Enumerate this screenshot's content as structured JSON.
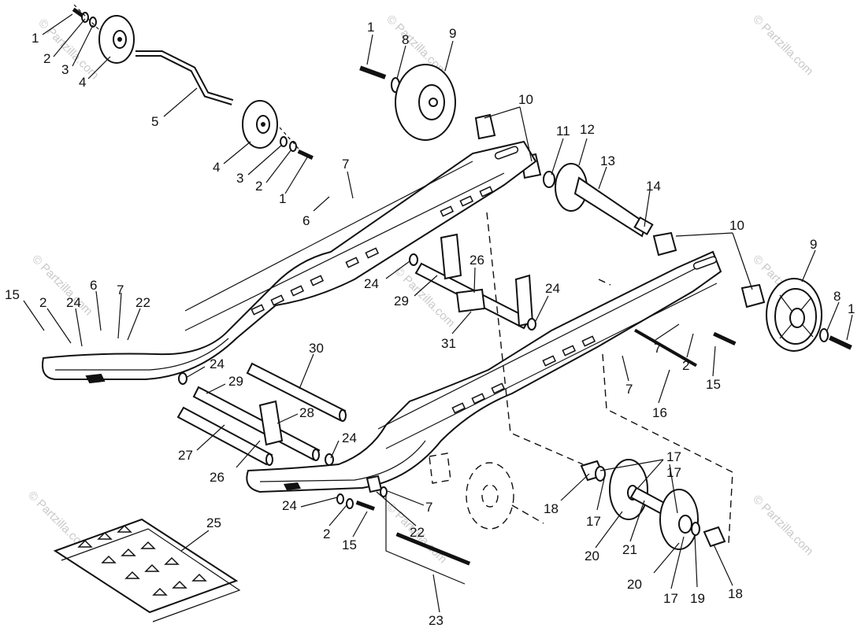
{
  "watermark": "© Partzilla.com",
  "watermark_positions_count": 9,
  "callouts": {
    "top_left": [
      "1",
      "2",
      "3",
      "4",
      "5",
      "4",
      "3",
      "2",
      "1"
    ],
    "top_mid": [
      "1",
      "8",
      "9",
      "10",
      "11",
      "12",
      "13",
      "14",
      "10",
      "9",
      "8",
      "1"
    ],
    "left": [
      "15",
      "2",
      "24",
      "6",
      "7",
      "22",
      "6",
      "7"
    ],
    "center": [
      "26",
      "24",
      "29",
      "31",
      "24"
    ],
    "lower": [
      "30",
      "24",
      "29",
      "28",
      "27",
      "26",
      "24",
      "24",
      "2",
      "15",
      "22",
      "7",
      "25",
      "23"
    ],
    "right": [
      "7",
      "2",
      "15",
      "7",
      "16",
      "17",
      "17",
      "18",
      "20",
      "21",
      "20",
      "17",
      "19",
      "18"
    ]
  },
  "labels": [
    {
      "id": "l1a",
      "text": "1"
    },
    {
      "id": "l2a",
      "text": "2"
    },
    {
      "id": "l3a",
      "text": "3"
    },
    {
      "id": "l4a",
      "text": "4"
    },
    {
      "id": "l5",
      "text": "5"
    },
    {
      "id": "l4b",
      "text": "4"
    },
    {
      "id": "l3b",
      "text": "3"
    },
    {
      "id": "l2b",
      "text": "2"
    },
    {
      "id": "l1b",
      "text": "1"
    },
    {
      "id": "l1c",
      "text": "1"
    },
    {
      "id": "l8a",
      "text": "8"
    },
    {
      "id": "l9a",
      "text": "9"
    },
    {
      "id": "l10a",
      "text": "10"
    },
    {
      "id": "l11",
      "text": "11"
    },
    {
      "id": "l12",
      "text": "12"
    },
    {
      "id": "l13",
      "text": "13"
    },
    {
      "id": "l14",
      "text": "14"
    },
    {
      "id": "l10b",
      "text": "10"
    },
    {
      "id": "l9b",
      "text": "9"
    },
    {
      "id": "l8b",
      "text": "8"
    },
    {
      "id": "l1d",
      "text": "1"
    },
    {
      "id": "l7a",
      "text": "7"
    },
    {
      "id": "l6a",
      "text": "6"
    },
    {
      "id": "l15a",
      "text": "15"
    },
    {
      "id": "l2c",
      "text": "2"
    },
    {
      "id": "l24a",
      "text": "24"
    },
    {
      "id": "l6b",
      "text": "6"
    },
    {
      "id": "l7b",
      "text": "7"
    },
    {
      "id": "l22a",
      "text": "22"
    },
    {
      "id": "l26a",
      "text": "26"
    },
    {
      "id": "l24b",
      "text": "24"
    },
    {
      "id": "l29a",
      "text": "29"
    },
    {
      "id": "l31",
      "text": "31"
    },
    {
      "id": "l24c",
      "text": "24"
    },
    {
      "id": "l30",
      "text": "30"
    },
    {
      "id": "l24d",
      "text": "24"
    },
    {
      "id": "l29b",
      "text": "29"
    },
    {
      "id": "l28",
      "text": "28"
    },
    {
      "id": "l27",
      "text": "27"
    },
    {
      "id": "l26b",
      "text": "26"
    },
    {
      "id": "l24e",
      "text": "24"
    },
    {
      "id": "l24f",
      "text": "24"
    },
    {
      "id": "l2d",
      "text": "2"
    },
    {
      "id": "l15b",
      "text": "15"
    },
    {
      "id": "l22b",
      "text": "22"
    },
    {
      "id": "l7c",
      "text": "7"
    },
    {
      "id": "l25",
      "text": "25"
    },
    {
      "id": "l23",
      "text": "23"
    },
    {
      "id": "l7d",
      "text": "7"
    },
    {
      "id": "l2e",
      "text": "2"
    },
    {
      "id": "l15c",
      "text": "15"
    },
    {
      "id": "l7e",
      "text": "7"
    },
    {
      "id": "l16",
      "text": "16"
    },
    {
      "id": "l17a",
      "text": "17"
    },
    {
      "id": "l17b",
      "text": "17"
    },
    {
      "id": "l18a",
      "text": "18"
    },
    {
      "id": "l17c",
      "text": "17"
    },
    {
      "id": "l20a",
      "text": "20"
    },
    {
      "id": "l21",
      "text": "21"
    },
    {
      "id": "l20b",
      "text": "20"
    },
    {
      "id": "l17d",
      "text": "17"
    },
    {
      "id": "l19",
      "text": "19"
    },
    {
      "id": "l18b",
      "text": "18"
    }
  ]
}
